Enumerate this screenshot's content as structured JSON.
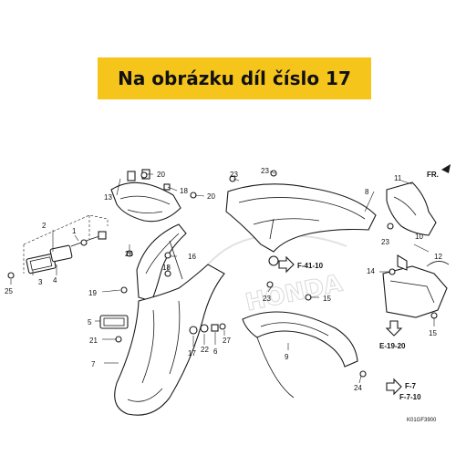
{
  "banner": {
    "text": "Na obrázku díl číslo 17"
  },
  "watermark": {
    "text": "HONDA"
  },
  "callouts": [
    {
      "id": "c20a",
      "label": "20"
    },
    {
      "id": "c13",
      "label": "13"
    },
    {
      "id": "c18a",
      "label": "18"
    },
    {
      "id": "c20b",
      "label": "20"
    },
    {
      "id": "c23a",
      "label": "23"
    },
    {
      "id": "c23b",
      "label": "23"
    },
    {
      "id": "c8",
      "label": "8"
    },
    {
      "id": "c11",
      "label": "11"
    },
    {
      "id": "c2",
      "label": "2"
    },
    {
      "id": "c1",
      "label": "1"
    },
    {
      "id": "c26",
      "label": "26"
    },
    {
      "id": "c16",
      "label": "16"
    },
    {
      "id": "c18b",
      "label": "18"
    },
    {
      "id": "c3",
      "label": "3"
    },
    {
      "id": "c4",
      "label": "4"
    },
    {
      "id": "c25",
      "label": "25"
    },
    {
      "id": "c19",
      "label": "19"
    },
    {
      "id": "c23c",
      "label": "23"
    },
    {
      "id": "c23d",
      "label": "23"
    },
    {
      "id": "c15a",
      "label": "15"
    },
    {
      "id": "c10",
      "label": "10"
    },
    {
      "id": "c14",
      "label": "14"
    },
    {
      "id": "c12",
      "label": "12"
    },
    {
      "id": "c5",
      "label": "5"
    },
    {
      "id": "c21",
      "label": "21"
    },
    {
      "id": "c17",
      "label": "17"
    },
    {
      "id": "c22",
      "label": "22"
    },
    {
      "id": "c6",
      "label": "6"
    },
    {
      "id": "c27",
      "label": "27"
    },
    {
      "id": "c7",
      "label": "7"
    },
    {
      "id": "c9",
      "label": "9"
    },
    {
      "id": "c24",
      "label": "24"
    },
    {
      "id": "c15b",
      "label": "15"
    }
  ],
  "references": {
    "f41": "F-41-10",
    "e19": "E-19-20",
    "f7": "F-7",
    "f710": "F-7-10",
    "fr": "FR."
  },
  "diagram_code": "K01GF3900"
}
